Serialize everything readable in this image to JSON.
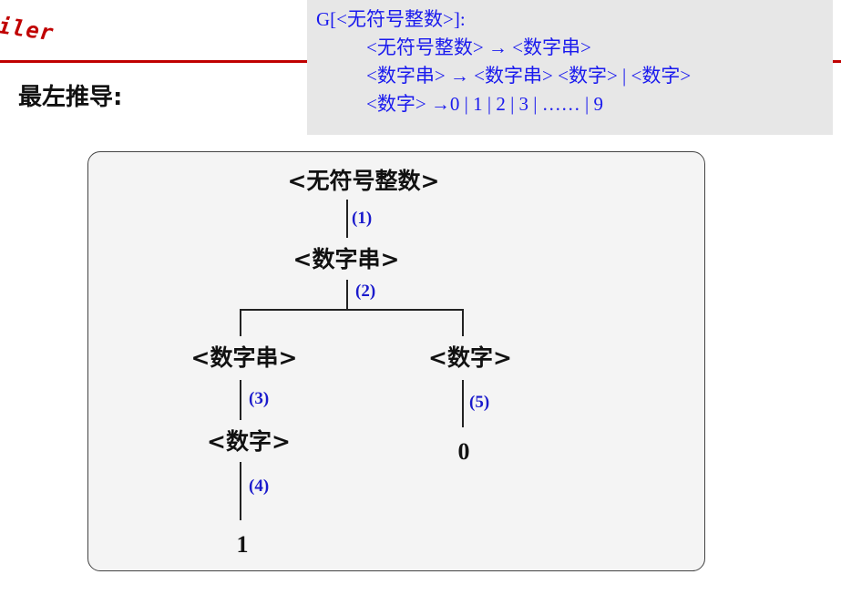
{
  "header": {
    "logo_text": "iler",
    "section_title": "最左推导:"
  },
  "grammar": {
    "title": "G[<无符号整数>]:",
    "rules": [
      "<无符号整数> → <数字串>",
      "<数字串> → <数字串> <数字> | <数字>",
      "<数字> →0 | 1 | 2 | 3 | …… | 9"
    ]
  },
  "tree": {
    "root": "<无符号整数>",
    "level1": "<数字串>",
    "left_child": "<数字串>",
    "right_child": "<数字>",
    "left_grandchild": "<数字>",
    "leaf_left": "1",
    "leaf_right": "0",
    "steps": [
      "(1)",
      "(2)",
      "(3)",
      "(4)",
      "(5)"
    ]
  },
  "colors": {
    "accent_red": "#c00000",
    "step_blue": "#1a1acc",
    "grammar_blue": "#1a1aee"
  }
}
